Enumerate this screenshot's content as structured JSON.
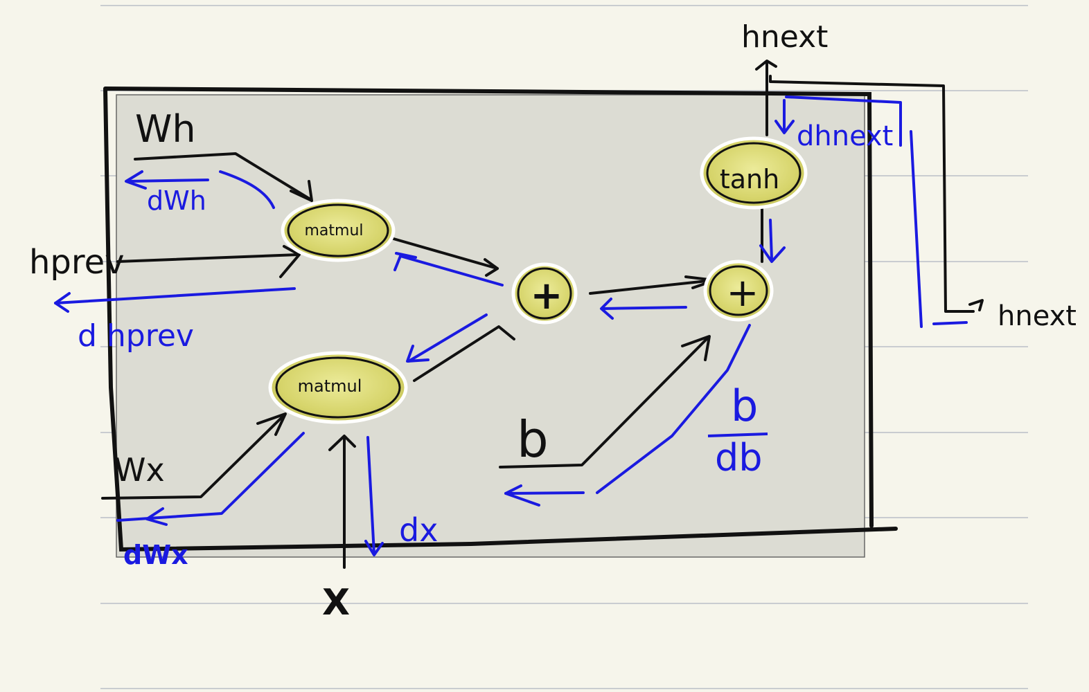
{
  "colors": {
    "paper": "#f6f5eb",
    "rule_line": "#c9ccd0",
    "box_fill": "#dcdcd3",
    "ink_black": "#111111",
    "ink_blue": "#1a1ae0",
    "node_fill": "#d9d66a"
  },
  "nodes": {
    "matmul_h": "matmul",
    "matmul_x": "matmul",
    "add_1": "+",
    "add_2": "+",
    "tanh": "tanh"
  },
  "forward_labels": {
    "wh": "Wh",
    "h_prev": "hprev",
    "wx": "Wx",
    "x": "X",
    "b": "b",
    "h_next_top": "hnext",
    "h_next_right": "hnext"
  },
  "backward_labels": {
    "d_wh": "dWh",
    "d_h_prev": "d hprev",
    "d_wx": "dWx",
    "d_x": "dx",
    "d_b_top": "b",
    "d_b_bottom": "db",
    "d_h_next": "dhnext"
  }
}
